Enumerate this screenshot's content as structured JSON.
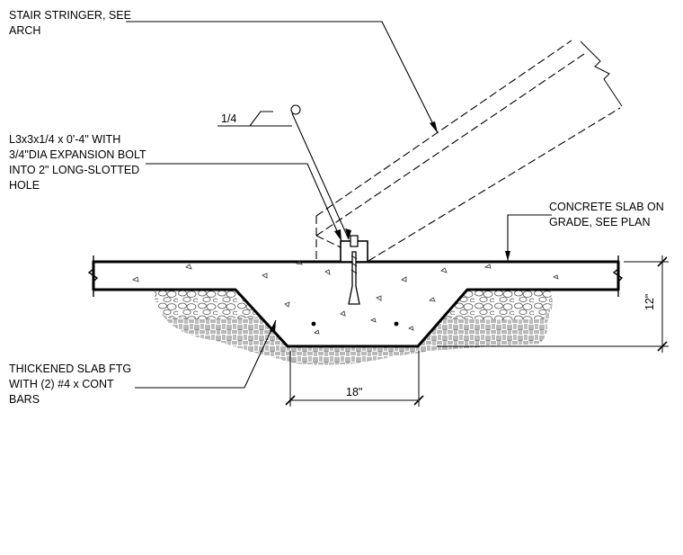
{
  "labels": {
    "stair_stringer": [
      "STAIR STRINGER, SEE",
      "ARCH"
    ],
    "angle": [
      "L3x3x1/4 x 0'-4\" WITH",
      "3/4\"DIA EXPANSION BOLT",
      "INTO 2\" LONG-SLOTTED",
      "HOLE"
    ],
    "weld_size": "1/4",
    "slab": [
      "CONCRETE SLAB ON",
      "GRADE, SEE PLAN"
    ],
    "footing": [
      "THICKENED SLAB FTG",
      "WITH (2) #4 x CONT",
      "BARS"
    ],
    "dim_width": "18\"",
    "dim_depth": "12\""
  }
}
